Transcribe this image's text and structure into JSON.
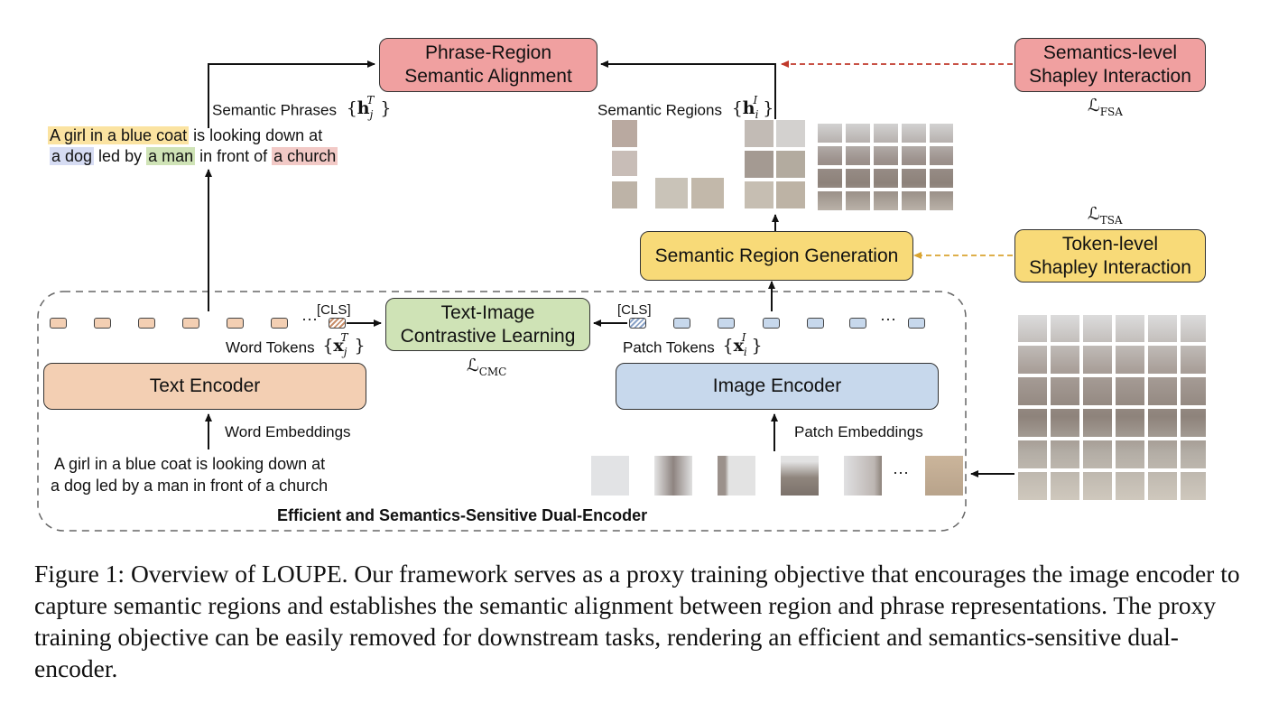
{
  "boxes": {
    "phrase_region": "Phrase-Region\nSemantic Alignment",
    "semantics_shapley": "Semantics-level\nShapley Interaction",
    "semantic_region_generation": "Semantic Region Generation",
    "token_shapley": "Token-level\nShapley Interaction",
    "contrastive": "Text-Image\nContrastive Learning",
    "text_encoder": "Text Encoder",
    "image_encoder": "Image Encoder"
  },
  "losses": {
    "fsa": "FSA",
    "tsa": "TSA",
    "cmc": "CMC"
  },
  "labels": {
    "semantic_phrases": "Semantic Phrases",
    "semantic_regions": "Semantic Regions",
    "word_tokens": "Word Tokens",
    "patch_tokens": "Patch Tokens",
    "word_embeddings": "Word Embeddings",
    "patch_embeddings": "Patch Embeddings",
    "cls_text": "[CLS]",
    "cls_image": "[CLS]",
    "ellipsis": "···",
    "dual_encoder": "Efficient and Semantics-Sensitive Dual-Encoder"
  },
  "sentence_highlighted": {
    "p1": "A girl in a blue coat",
    "t1": " is looking down at",
    "p2": "a dog",
    "t2": " led by ",
    "p3": "a man",
    "t3": " in front of ",
    "p4": "a church"
  },
  "sentence_plain": {
    "line1": "A girl in a blue coat is looking down at",
    "line2": "a dog led by a man in front of a church"
  },
  "caption": "Figure 1: Overview of LOUPE. Our framework serves as a proxy training objective that encourages the image encoder to capture semantic regions and establishes the semantic alignment between region and phrase representations. The proxy training objective can be easily removed for downstream tasks, rendering an efficient and semantics-sensitive dual-encoder.",
  "colors": {
    "red_box": "#f0a0a0",
    "yellow_box": "#f8da78",
    "green_box": "#cfe3b6",
    "orange_box": "#f3cfb3",
    "blue_box": "#c7d8ec",
    "hl_yellow": "#fbe3a1",
    "hl_blue": "#d6dcf3",
    "hl_green": "#cfe3b6",
    "hl_red": "#f2c9c6",
    "red_dashed": "#c0392b",
    "yellow_dashed": "#d9a431"
  }
}
